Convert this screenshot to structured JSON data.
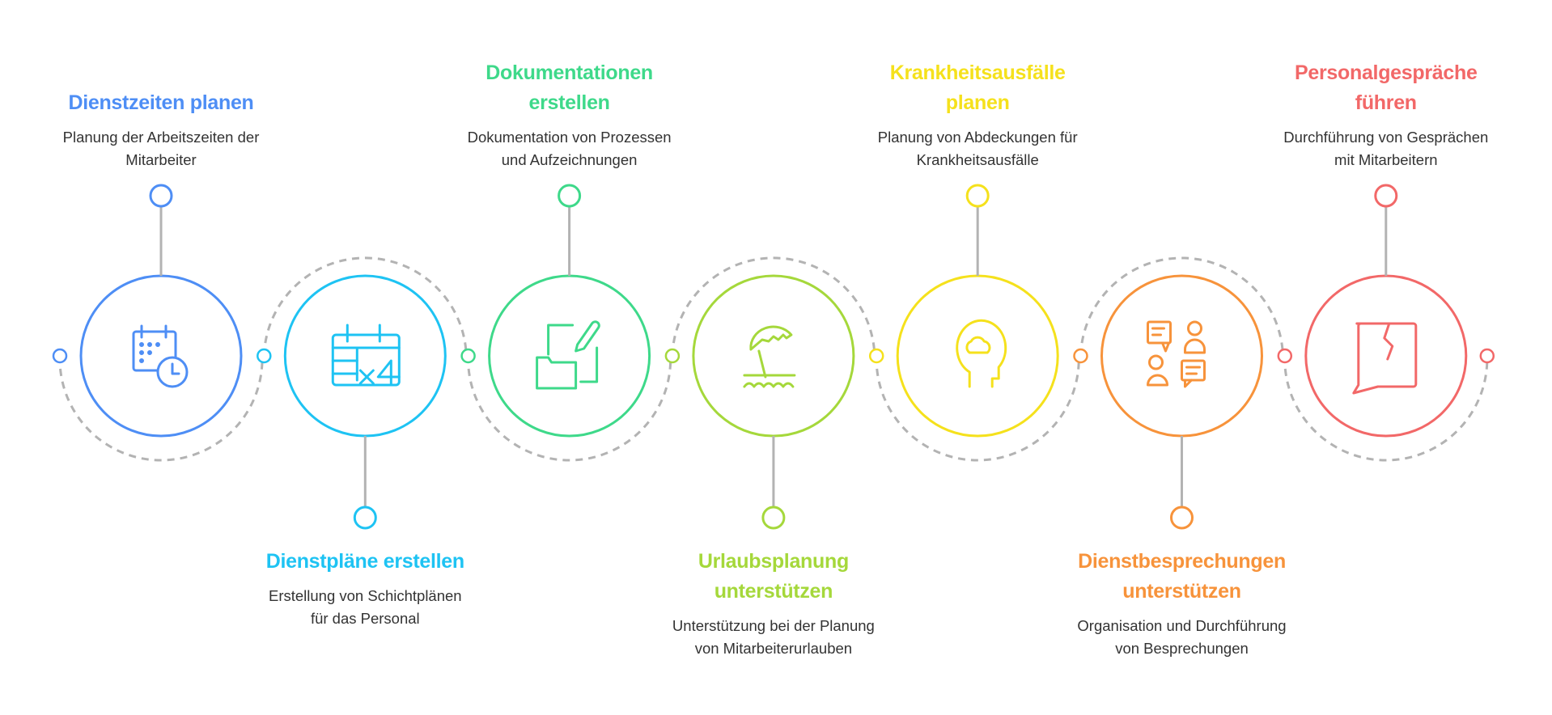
{
  "items": [
    {
      "title": [
        "Dienstzeiten planen"
      ],
      "description": [
        "Planung der Arbeitszeiten der",
        "Mitarbeiter"
      ],
      "color": "#4e8ef5",
      "icon": "calendar-clock-icon"
    },
    {
      "title": [
        "Dienstpläne erstellen"
      ],
      "description": [
        "Erstellung von Schichtplänen",
        "für das Personal"
      ],
      "color": "#1ec3f3",
      "icon": "schedule-grid-icon"
    },
    {
      "title": [
        "Dokumentationen",
        "erstellen"
      ],
      "description": [
        "Dokumentation von Prozessen",
        "und Aufzeichnungen"
      ],
      "color": "#3ed98a",
      "icon": "folder-pen-icon"
    },
    {
      "title": [
        "Urlaubsplanung",
        "unterstützen"
      ],
      "description": [
        "Unterstützung bei der Planung",
        "von Mitarbeiterurlauben"
      ],
      "color": "#a5d83b",
      "icon": "beach-umbrella-icon"
    },
    {
      "title": [
        "Krankheitsausfälle",
        "planen"
      ],
      "description": [
        "Planung von Abdeckungen für",
        "Krankheitsausfälle"
      ],
      "color": "#f5e11c",
      "icon": "head-cloud-icon"
    },
    {
      "title": [
        "Dienstbesprechungen",
        "unterstützen"
      ],
      "description": [
        "Organisation und Durchführung",
        "von Besprechungen"
      ],
      "color": "#f7933b",
      "icon": "meeting-chat-icon"
    },
    {
      "title": [
        "Personalgespräche",
        "führen"
      ],
      "description": [
        "Durchführung von Gesprächen",
        "mit Mitarbeitern"
      ],
      "color": "#f26868",
      "icon": "broken-speech-bubble-icon"
    }
  ],
  "connector_color": "#b3b3b3"
}
